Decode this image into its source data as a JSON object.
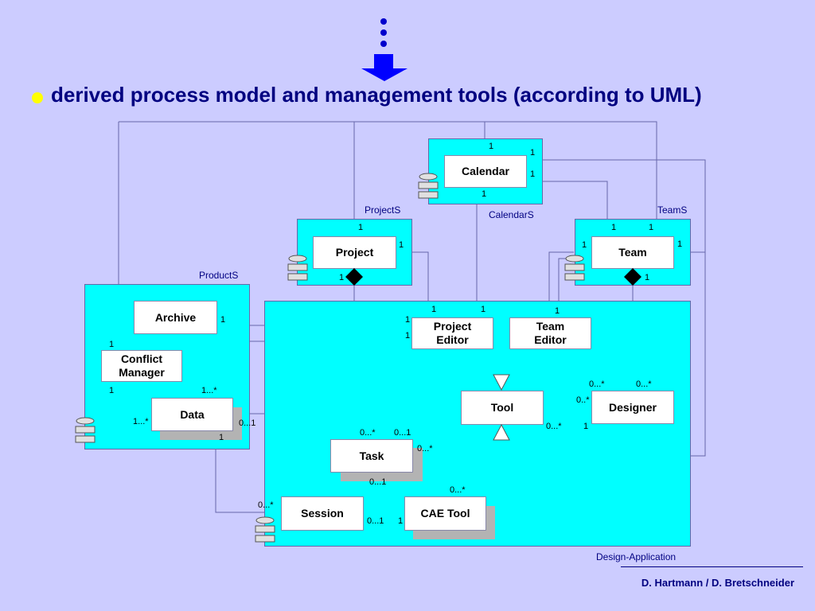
{
  "title": "derived process model and management tools (according to UML)",
  "packages": {
    "calendar": "CalendarS",
    "project": "ProjectS",
    "team": "TeamS",
    "product": "ProductS",
    "design": "Design-Application"
  },
  "classes": {
    "calendar": "Calendar",
    "project": "Project",
    "team": "Team",
    "archive": "Archive",
    "conflict_manager": "Conflict Manager",
    "data": "Data",
    "project_editor": "Project Editor",
    "team_editor": "Team Editor",
    "tool": "Tool",
    "designer": "Designer",
    "task": "Task",
    "session": "Session",
    "cae_tool": "CAE Tool"
  },
  "multiplicities": {
    "cal_top": "1",
    "cal_r1": "1",
    "cal_r2": "1",
    "cal_bottom": "1",
    "proj_top": "1",
    "proj_right": "1",
    "proj_diamond": "1",
    "team_t1": "1",
    "team_t2": "1",
    "team_left": "1",
    "team_right": "1",
    "team_diamond": "1",
    "archive_right": "1",
    "cm_top": "1",
    "cm_bottom": "1",
    "data_top": "1...*",
    "data_left": "1...*",
    "data_right": "0...1",
    "data_bottom": "1",
    "pe_top1": "1",
    "pe_top2": "1",
    "pe_left1": "1",
    "pe_left2": "1",
    "te_top": "1",
    "des_self1": "0...*",
    "des_self2": "0..*",
    "des_top": "0...*",
    "tool_des_a": "0...*",
    "tool_des_b": "1",
    "task_top1": "0...*",
    "task_top2": "0...1",
    "task_right": "0...*",
    "task_bottom": "0...1",
    "cae_top": "0...*",
    "session_left": "0...*",
    "session_right": "0...1",
    "cae_left": "1"
  },
  "footer": "D. Hartmann / D. Bretschneider",
  "colors": {
    "background": "#ccccff",
    "package": "#00ffff",
    "accent": "#0000ff",
    "title": "#000080",
    "bullet": "#ffff00"
  }
}
